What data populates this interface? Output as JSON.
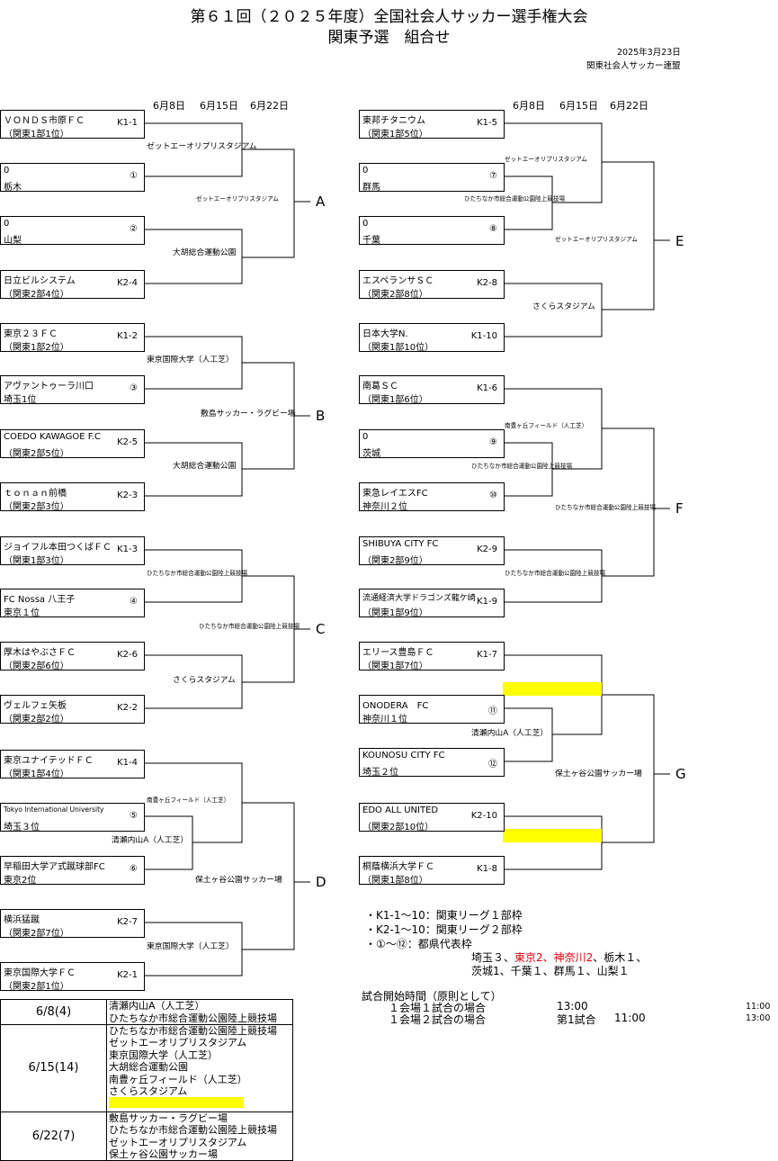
{
  "header": {
    "title1": "第６１回（２０２５年度）全国社会人サッカー選手権大会",
    "title2": "関東予選　組合せ",
    "date": "2025年3月23日",
    "org": "関東社会人サッカー連盟"
  },
  "dates": [
    "6月8日",
    "6月15日",
    "6月22日"
  ],
  "left_teams": [
    {
      "n1": "ＶＯＮＤＳ市原ＦＣ",
      "n2": "（関東1部1位）",
      "code": "K1-1"
    },
    {
      "n1": "0",
      "n2": "栃木",
      "code": "①"
    },
    {
      "n1": "0",
      "n2": "山梨",
      "code": "②"
    },
    {
      "n1": "日立ビルシステム",
      "n2": "（関東2部4位）",
      "code": "K2-4"
    },
    {
      "n1": "東京２３ＦＣ",
      "n2": "（関東1部2位）",
      "code": "K1-2"
    },
    {
      "n1": "アヴァントゥーラ川口",
      "n2": "埼玉1位",
      "code": "③"
    },
    {
      "n1": "COEDO KAWAGOE F.C",
      "n2": "（関東2部5位）",
      "code": "K2-5"
    },
    {
      "n1": "ｔｏｎａｎ前橋",
      "n2": "（関東2部3位）",
      "code": "K2-3"
    },
    {
      "n1": "ジョイフル本田つくばＦＣ",
      "n2": "（関東1部3位）",
      "code": "K1-3"
    },
    {
      "n1": "FC Nossa 八王子",
      "n2": "東京１位",
      "code": "④"
    },
    {
      "n1": "厚木はやぶさＦＣ",
      "n2": "（関東2部6位）",
      "code": "K2-6"
    },
    {
      "n1": "ヴェルフェ矢板",
      "n2": "（関東2部2位）",
      "code": "K2-2"
    },
    {
      "n1": "東京ユナイテッドＦＣ",
      "n2": "（関東1部4位）",
      "code": "K1-4"
    },
    {
      "n1": "Tokyo International University",
      "n2": "埼玉３位",
      "code": "⑤"
    },
    {
      "n1": "早稲田大学ア式蹴球部FC",
      "n2": "東京2位",
      "code": "⑥"
    },
    {
      "n1": "横浜猛蹴",
      "n2": "（関東2部7位）",
      "code": "K2-7"
    },
    {
      "n1": "東京国際大学ＦＣ",
      "n2": "（関東2部1位）",
      "code": "K2-1"
    }
  ],
  "right_teams": [
    {
      "n1": "東邦チタニウム",
      "n2": "（関東1部5位）",
      "code": "K1-5"
    },
    {
      "n1": "0",
      "n2": "群馬",
      "code": "⑦"
    },
    {
      "n1": "0",
      "n2": "千葉",
      "code": "⑧"
    },
    {
      "n1": "エスペランサＳＣ",
      "n2": "（関東2部8位）",
      "code": "K2-8"
    },
    {
      "n1": "日本大学N.",
      "n2": "（関東1部10位）",
      "code": "K1-10"
    },
    {
      "n1": "南葛ＳＣ",
      "n2": "（関東1部6位）",
      "code": "K1-6"
    },
    {
      "n1": "0",
      "n2": "茨城",
      "code": "⑨"
    },
    {
      "n1": "東急レイエスFC",
      "n2": "神奈川２位",
      "code": "⑩"
    },
    {
      "n1": "SHIBUYA CITY FC",
      "n2": "（関東2部9位）",
      "code": "K2-9"
    },
    {
      "n1": "流通経済大学ドラゴンズ龍ケ崎",
      "n2": "（関東1部9位）",
      "code": "K1-9"
    },
    {
      "n1": "エリース豊島ＦＣ",
      "n2": "（関東1部7位）",
      "code": "K1-7"
    },
    {
      "n1": "ONODERA　FC",
      "n2": "神奈川１位",
      "code": "⑪"
    },
    {
      "n1": "KOUNOSU CITY FC",
      "n2": "埼玉２位",
      "code": "⑫"
    },
    {
      "n1": "EDO ALL UNITED",
      "n2": "（関東2部10位）",
      "code": "K2-10"
    },
    {
      "n1": "桐蔭横浜大学ＦＣ",
      "n2": "（関東1部8位）",
      "code": "K1-8"
    }
  ],
  "venues": {
    "zett": "ゼットエーオリプリスタジアム",
    "ogo": "大胡総合運動公園",
    "tiu_turf": "東京国際大学（人工芝）",
    "shikishima": "敷島サッカー・ラグビー場",
    "hitachinaka": "ひたちなか市総合運動公園陸上競技場",
    "sakura": "さくらスタジアム",
    "minamitoyo": "南豊ヶ丘フィールド（人工芝）",
    "kiyose": "清瀬内山A（人工芝）",
    "hodogaya": "保土ヶ谷公園サッカー場"
  },
  "groups": [
    "A",
    "B",
    "C",
    "D",
    "E",
    "F",
    "G"
  ],
  "notes": {
    "n1": "・K1-1～10：関東リーグ１部枠",
    "n2": "・K2-1～10：関東リーグ２部枠",
    "n3": "・①～⑫：都県代表枠",
    "p1": "埼玉３、",
    "p2": "東京2、",
    "p3": "神奈川2",
    "p4": "、栃木１、",
    "line2": "茨城1、千葉１、群馬１、山梨１"
  },
  "kickoff": {
    "title": "試合開始時間（原則として）",
    "r1": "１会場１試合の場合",
    "r1t": "13:00",
    "r1x": "11:00",
    "r2": "１会場２試合の場合",
    "r2a": "第1試合",
    "r2t": "11:00",
    "r2x": "13:00"
  },
  "schedule": [
    {
      "date": "6/8(4)",
      "venues": [
        "清瀬内山A（人工芝）",
        "ひたちなか市総合運動公園陸上競技場"
      ]
    },
    {
      "date": "6/15(14)",
      "venues": [
        "ひたちなか市総合運動公園陸上競技場",
        "ゼットエーオリプリスタジアム",
        "東京国際大学（人工芝）",
        "大胡総合運動公園",
        "南豊ヶ丘フィールド（人工芝）",
        "さくらスタジアム"
      ]
    },
    {
      "date": "6/22(7)",
      "venues": [
        "敷島サッカー・ラグビー場",
        "ひたちなか市総合運動公園陸上競技場",
        "ゼットエーオリプリスタジアム",
        "保土ヶ谷公園サッカー場"
      ]
    }
  ],
  "colors": {
    "highlight": "#ffff00",
    "red": "#e60012"
  }
}
